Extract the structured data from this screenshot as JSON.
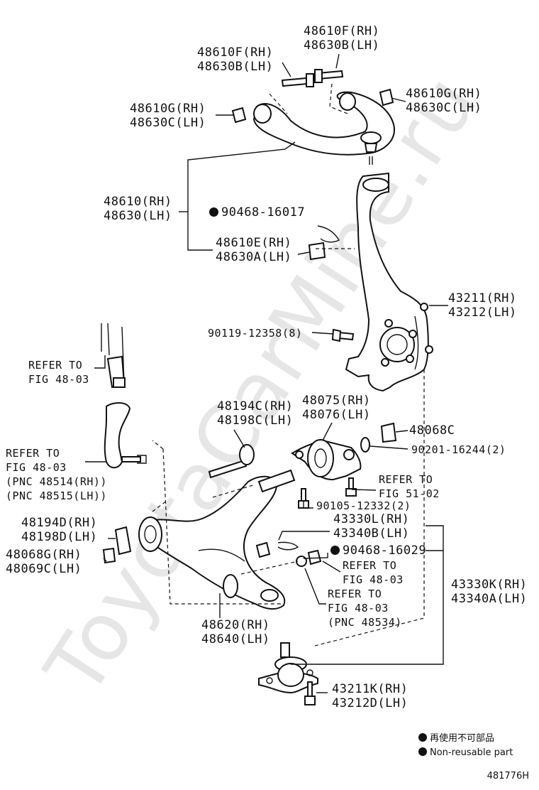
{
  "labels": {
    "l01": [
      "48610F(RH)",
      "48630B(LH)"
    ],
    "l02": [
      "48610F(RH)",
      "48630B(LH)"
    ],
    "l03": [
      "48610G(RH)",
      "48630C(LH)"
    ],
    "l04": [
      "48610G(RH)",
      "48630C(LH)"
    ],
    "l05": [
      "48610(RH)",
      "48630(LH)"
    ],
    "l06": "90468-16017",
    "l07": [
      "48610E(RH)",
      "48630A(LH)"
    ],
    "l08": [
      "43211(RH)",
      "43212(LH)"
    ],
    "l09": "90119-12358(8)",
    "l10": [
      "REFER TO",
      "FIG 48-03"
    ],
    "l11": [
      "48194C(RH)",
      "48198C(LH)"
    ],
    "l12": [
      "48075(RH)",
      "48076(LH)"
    ],
    "l13": "48068C",
    "l14": "90201-16244(2)",
    "l15": [
      "REFER TO",
      "FIG 48-03",
      "(PNC 48514(RH))",
      "(PNC 48515(LH))"
    ],
    "l16": [
      "REFER TO",
      "FIG 51-02"
    ],
    "l17": "90105-12332(2)",
    "l18": [
      "43330L(RH)",
      "43340B(LH)"
    ],
    "l19": [
      "48194D(RH)",
      "48198D(LH)"
    ],
    "l20": "90468-16029",
    "l21": [
      "48068G(RH)",
      "48069C(LH)"
    ],
    "l22": [
      "REFER TO",
      "FIG 48-03"
    ],
    "l23": [
      "43330K(RH)",
      "43340A(LH)"
    ],
    "l24": [
      "REFER TO",
      "FIG 48-03",
      "(PNC 48534)"
    ],
    "l25": [
      "48620(RH)",
      "48640(LH)"
    ],
    "l26": [
      "43211K(RH)",
      "43212D(LH)"
    ]
  },
  "legend": {
    "jp": "再使用不可部品",
    "en": "Non-reusable part"
  },
  "diagram_code": "481776H",
  "watermark": "ToyotaCarMine.ru"
}
